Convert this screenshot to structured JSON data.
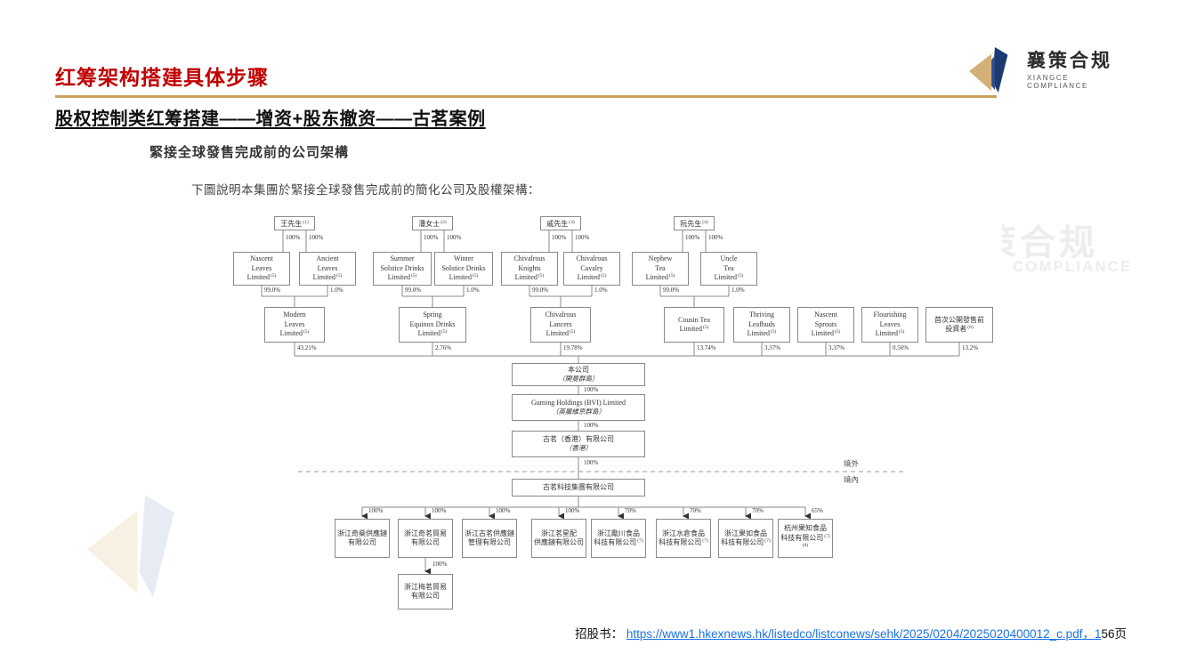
{
  "page": {
    "title": "红筹架构搭建具体步骤",
    "subtitle": "股权控制类红筹搭建——增资+股东撤资——古茗案例"
  },
  "logo": {
    "name": "襄策合规",
    "tagline": "XIANGCE COMPLIANCE"
  },
  "watermark": {
    "cn": "策合规",
    "en": "COMPLIANCE"
  },
  "section": {
    "heading": "緊接全球發售完成前的公司架構",
    "intro": "下圖說明本集團於緊接全球發售完成前的簡化公司及股權架構："
  },
  "diagram": {
    "pct100": "100%",
    "offshore": "境外",
    "onshore": "境內",
    "persons": [
      {
        "name": "王先生",
        "sup": "(1)"
      },
      {
        "name": "潘女士",
        "sup": "(2)"
      },
      {
        "name": "戚先生",
        "sup": "(3)"
      },
      {
        "name": "阮先生",
        "sup": "(4)"
      }
    ],
    "row2": [
      {
        "name": "Nascent\nLeaves\nLimited",
        "sup": "(5)",
        "pct": "99.0%"
      },
      {
        "name": "Ancient\nLeaves\nLimited",
        "sup": "(5)",
        "pct": "1.0%"
      },
      {
        "name": "Summer\nSolstice Drinks\nLimited",
        "sup": "(5)",
        "pct": "99.0%"
      },
      {
        "name": "Winter\nSolstice Drinks\nLimited",
        "sup": "(5)",
        "pct": "1.0%"
      },
      {
        "name": "Chivalrous\nKnights\nLimited",
        "sup": "(5)",
        "pct": "99.0%"
      },
      {
        "name": "Chivalrous\nCavalry\nLimited",
        "sup": "(5)",
        "pct": "1.0%"
      },
      {
        "name": "Nephew\nTea\nLimited",
        "sup": "(5)",
        "pct": "99.0%"
      },
      {
        "name": "Uncle\nTea\nLimited",
        "sup": "(5)",
        "pct": "1.0%"
      }
    ],
    "row3": [
      {
        "name": "Modern\nLeaves\nLimited",
        "sup": "(5)",
        "pct": "43.21%"
      },
      {
        "name": "Spring\nEquinox Drinks\nLimited",
        "sup": "(5)",
        "pct": "2.76%"
      },
      {
        "name": "Chivalrous\nLancers\nLimited",
        "sup": "(5)",
        "pct": "19.78%"
      },
      {
        "name": "Cousin Tea\nLimited",
        "sup": "(5)",
        "pct": "13.74%"
      },
      {
        "name": "Thriving\nLeafbuds\nLimited",
        "sup": "(5)",
        "pct": "3.37%"
      },
      {
        "name": "Nascent\nSprouts\nLimited",
        "sup": "(5)",
        "pct": "3.37%"
      },
      {
        "name": "Flourishing\nLeaves\nLimited",
        "sup": "(5)",
        "pct": "0.56%"
      },
      {
        "name": "首次公開發售前\n投資者",
        "sup": "(6)",
        "pct": "13.2%"
      }
    ],
    "chain": [
      {
        "name": "本公司",
        "place": "（開曼群島）",
        "pct": "100%"
      },
      {
        "name": "Guming Holdings (BVI) Limited",
        "place": "（英屬維京群島）",
        "pct": "100%"
      },
      {
        "name": "古茗（香港）有限公司",
        "place": "（香港）",
        "pct": "100%"
      },
      {
        "name": "古茗科技集團有限公司"
      }
    ],
    "subs": [
      {
        "name": "浙江奇燊供應鏈\n有限公司",
        "pct": "100%"
      },
      {
        "name": "浙江奇茗貿易\n有限公司",
        "pct": "100%"
      },
      {
        "name": "浙江古茗供應鏈\n管理有限公司",
        "pct": "100%"
      },
      {
        "name": "浙江茗星配\n供應鏈有限公司",
        "pct": "100%"
      },
      {
        "name": "浙江勵川食品\n科技有限公司",
        "sup": "(7)",
        "pct": "70%"
      },
      {
        "name": "浙江水倉食品\n科技有限公司",
        "sup": "(7)",
        "pct": "70%"
      },
      {
        "name": "浙江果如食品\n科技有限公司",
        "sup": "(7)",
        "pct": "70%"
      },
      {
        "name": "杭州果知食品\n科技有限公司",
        "sup": "(7)(8)",
        "pct": "65%"
      }
    ],
    "sub_child": {
      "name": "浙江梅茗貿易\n有限公司",
      "pct": "100%"
    }
  },
  "footer": {
    "label": "招股书：",
    "link": "https://www1.hkexnews.hk/listedco/listconews/sehk/2025/0204/2025020400012_c.pdf，1",
    "suffix": "56页"
  }
}
